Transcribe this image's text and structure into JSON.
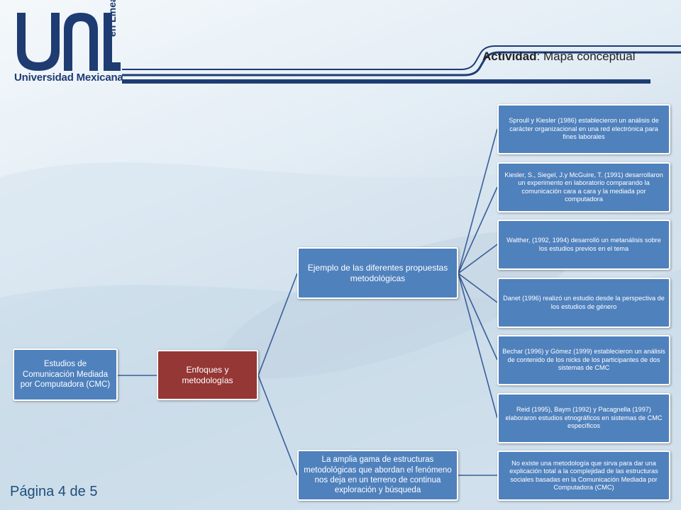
{
  "header": {
    "brand_name": "Universidad Mexicana",
    "brand_sub": "en Línea",
    "activity_label": "Actividad",
    "activity_sep": ":",
    "activity_value": " Mapa conceptual"
  },
  "diagram": {
    "root": "Estudios de Comunicación Mediada por Computadora (CMC)",
    "enfoques": "Enfoques y metodologías",
    "ejemplo": "Ejemplo de las diferentes propuestas metodológicas",
    "amplia": "La amplia gama de estructuras metodológicas que abordan el fenómeno nos deja en un terreno de continua exploración y búsqueda",
    "leaves": [
      "Sproull y Kiesler (1986) establecieron un análisis de carácter organizacional en una red electrónica para fines laborales",
      "Kiesler, S., Siegel, J.y McGuire, T. (1991) desarrollaron un experimento en laboratorio comparando la comunicación cara a cara y la mediada por computadora",
      "Walther, (1992, 1994) desarrolló un metanálisis sobre los estudios previos en el tema",
      "Danet (1996) realizó un estudio desde la perspectiva de los estudios de género",
      "Bechar (1996) y Gómez (1999) establecieron un análisis de contenido de los nicks de los participantes de dos sistemas de CMC",
      "Reid (1995), Baym (1992) y Pacagnella (1997) elaboraron estudios etnográficos en sistemas de CMC específicos",
      "No existe una metodología que sirva para dar una explicación total a la complejidad de las estructuras sociales basadas en la Comunicación Mediada por Computadora (CMC)"
    ]
  },
  "footer": {
    "page_label": "Página 4 de 5"
  },
  "colors": {
    "node_blue": "#4f81bd",
    "node_red": "#953735",
    "connector": "#3a5f9a",
    "brand": "#1e3c72"
  }
}
